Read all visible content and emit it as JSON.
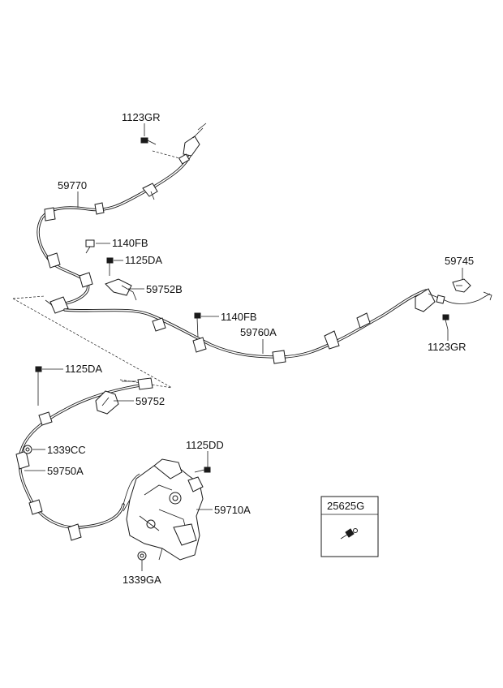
{
  "callouts": {
    "bolt_top_1123gr": "1123GR",
    "cable_59770": "59770",
    "bolt_1140fb_upper": "1140FB",
    "bolt_1125da_upper": "1125DA",
    "bracket_59752b": "59752B",
    "clip_59745": "59745",
    "bolt_1140fb_lower": "1140FB",
    "cable_59760a": "59760A",
    "bolt_right_1123gr": "1123GR",
    "bolt_1125da_lower": "1125DA",
    "bracket_59752": "59752",
    "nut_1339cc": "1339CC",
    "cable_59750a": "59750A",
    "bolt_1125dd": "1125DD",
    "lever_59710a": "59710A",
    "nut_1339ga": "1339GA"
  },
  "inset": {
    "part_number": "25625G",
    "icon": "bolt-icon"
  }
}
